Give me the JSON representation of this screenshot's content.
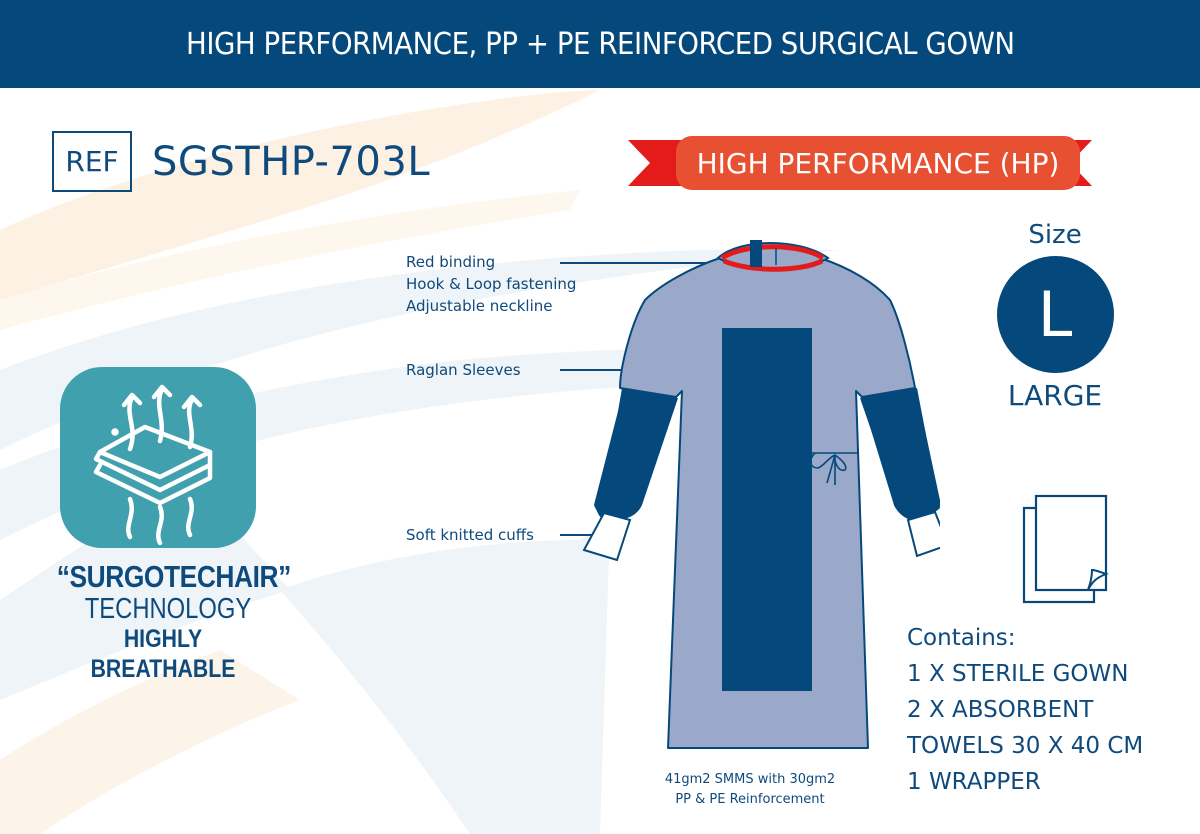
{
  "header": {
    "title": "HIGH PERFORMANCE, PP + PE REINFORCED SURGICAL GOWN"
  },
  "reference": {
    "label": "REF",
    "code": "SGSTHP-703L"
  },
  "badge": {
    "label": "HIGH PERFORMANCE (HP)"
  },
  "callouts": [
    {
      "lines": [
        "Red binding",
        "Hook & Loop fastening",
        "Adjustable neckline"
      ]
    },
    {
      "lines": [
        "Raglan Sleeves"
      ]
    },
    {
      "lines": [
        "Soft knitted cuffs"
      ]
    }
  ],
  "size": {
    "heading": "Size",
    "letter": "L",
    "name": "LARGE"
  },
  "technology": {
    "icon": "breathable-layers-icon",
    "name": "“SURGOTECHAIR”",
    "subtitle": "TECHNOLOGY",
    "feature": "HIGHLY BREATHABLE"
  },
  "material": {
    "line1": "41gm2 SMMS with 30gm2",
    "line2": "PP & PE Reinforcement"
  },
  "contents": {
    "heading": "Contains:",
    "items": [
      "1 X STERILE GOWN",
      "2 X ABSORBENT",
      "TOWELS 30 X 40 CM",
      "1 WRAPPER"
    ],
    "icon": "towels-icon"
  },
  "colors": {
    "navy": "#05497c",
    "text_blue": "#0f4a7d",
    "gown_light": "#9aa9c9",
    "teal": "#41a0ad",
    "ribbon_red": "#e31b1a",
    "badge_orange": "#e75132",
    "swoosh_peach": "#fdf1e3",
    "swoosh_blue": "#eef4f7"
  }
}
